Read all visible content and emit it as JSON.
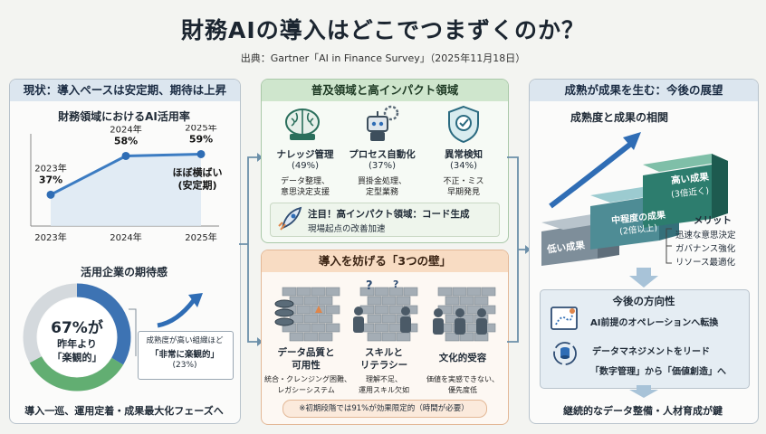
{
  "title": "財務AIの導入はどこでつまずくのか？",
  "source": "出典：Gartner「AI in Finance Survey」（2025年11月18日）",
  "left": {
    "header": "現状：導入ペースは安定期、期待は上昇",
    "chart_title": "財務領域におけるAI活用率",
    "chart_data": {
      "type": "line",
      "title": "財務領域におけるAI活用率",
      "categories": [
        "2023年",
        "2024年",
        "2025年"
      ],
      "values": [
        37,
        58,
        59
      ],
      "point_labels": [
        {
          "year": "2023年",
          "value": "37%"
        },
        {
          "year": "2024年",
          "value": "58%"
        },
        {
          "year": "2025年",
          "value": "59%"
        }
      ],
      "annotation_line1": "ほぼ横ばい",
      "annotation_line2": "(安定期)"
    },
    "expect_title": "活用企業の期待感",
    "donut_value": 67,
    "donut_big": "67%が",
    "donut_line2": "昨年より",
    "donut_line3": "「楽観的」",
    "callout_line1": "成熟度が高い組織ほど",
    "callout_line2": "「非常に楽観的」",
    "callout_line3": "(23%)",
    "footer": "導入一巡、運用定着・成果最大化フェーズへ"
  },
  "middle_top": {
    "header": "普及領域と高インパクト領域",
    "items": [
      {
        "name": "ナレッジ管理",
        "pct": "(49%)",
        "desc1": "データ整理、",
        "desc2": "意思決定支援",
        "icon": "brain-icon"
      },
      {
        "name": "プロセス自動化",
        "pct": "(37%)",
        "desc1": "買掛金処理、",
        "desc2": "定型業務",
        "icon": "robot-icon"
      },
      {
        "name": "異常検知",
        "pct": "(34%)",
        "desc1": "不正・ミス",
        "desc2": "早期発見",
        "icon": "shield-check-icon"
      }
    ],
    "highlight_line1": "注目！高インパクト領域：コード生成",
    "highlight_line2": "現場起点の改善加速"
  },
  "middle_bottom": {
    "header": "導入を妨げる「3つの壁」",
    "walls": [
      {
        "name1": "データ品質と",
        "name2": "可用性",
        "desc1": "統合・クレンジング困難、",
        "desc2": "レガシーシステム",
        "icon": "database-icon"
      },
      {
        "name1": "スキルと",
        "name2": "リテラシー",
        "desc1": "理解不足、",
        "desc2": "運用スキル欠如",
        "icon": "confused-people-icon"
      },
      {
        "name1": "文化的受容",
        "name2": "",
        "desc1": "価値を実感できない、",
        "desc2": "優先度低",
        "icon": "people-icon"
      }
    ],
    "note": "※初期段階では91%が効果限定的（時間が必要）"
  },
  "right": {
    "header": "成熟が成果を生む：今後の展望",
    "stairs_title": "成熟度と成果の相関",
    "steps": [
      {
        "line1": "低い成果",
        "line2": ""
      },
      {
        "line1": "中程度の成果",
        "line2": "(2倍以上)"
      },
      {
        "line1": "高い成果",
        "line2": "(3倍近く)"
      }
    ],
    "merit_title": "メリット",
    "merits": [
      "迅速な意思決定",
      "ガバナンス強化",
      "リソース最適化"
    ],
    "direction_title": "今後の方向性",
    "direction1": "AI前提のオペレーションへ転換",
    "direction2": "データマネジメントをリード",
    "direction3": "「数字管理」から「価値創造」へ",
    "footer": "継続的なデータ整備・人材育成が鍵"
  },
  "colors": {
    "blue_accent": "#2f6db5",
    "green_accent": "#5aa36a",
    "orange_accent": "#e0864a",
    "teal_step": "#2d7d6e"
  }
}
